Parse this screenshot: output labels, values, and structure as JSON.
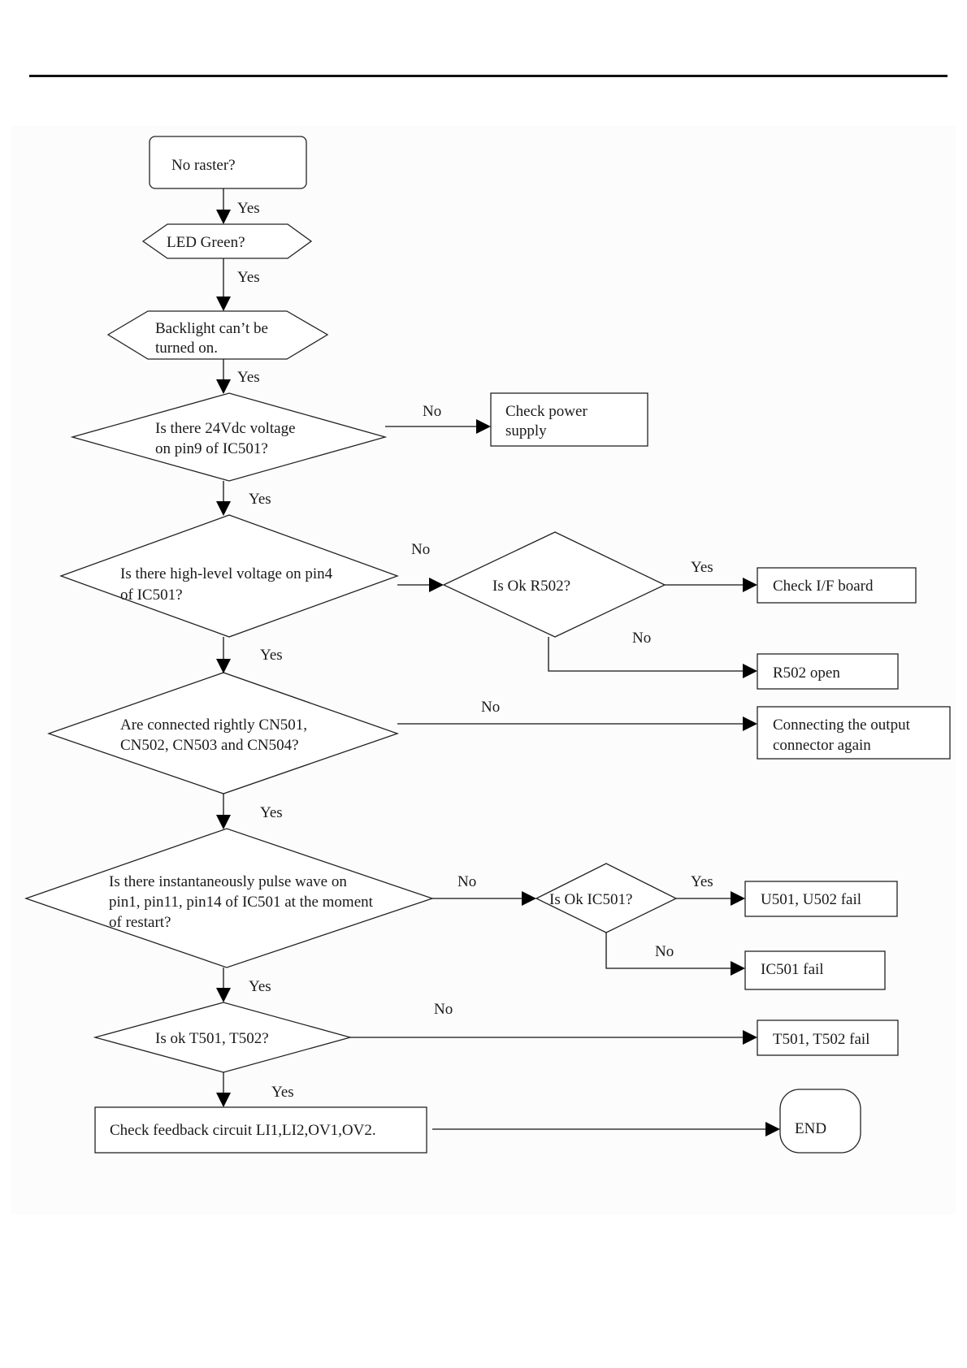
{
  "nodes": {
    "no_raster": "No raster?",
    "led_green": "LED Green?",
    "backlight": [
      "Backlight can’t be",
      "turned on."
    ],
    "v24": [
      "Is there 24Vdc voltage",
      "on pin9 of IC501?"
    ],
    "check_power": [
      "Check power",
      "supply"
    ],
    "highlevel": [
      "Is there high-level voltage on pin4",
      "of IC501?"
    ],
    "ok_r502": "Is Ok R502?",
    "check_if": "Check I/F board",
    "r502_open": "R502 open",
    "connected": [
      "Are connected rightly CN501,",
      "CN502, CN503 and CN504?"
    ],
    "connecting_output": [
      "Connecting the output",
      "connector again"
    ],
    "pulse": [
      "Is there instantaneously pulse wave on",
      "pin1, pin11, pin14 of IC501 at the moment",
      "of restart?"
    ],
    "ok_ic501": "Is Ok IC501?",
    "u501_fail": "U501, U502 fail",
    "ic501_fail": "IC501 fail",
    "ok_t501": "Is ok T501, T502?",
    "t501_fail": "T501, T502 fail",
    "feedback": "Check feedback circuit LI1,LI2,OV1,OV2.",
    "end": "END"
  },
  "edges": {
    "yes_1": "Yes",
    "yes_2": "Yes",
    "yes_3": "Yes",
    "no_v24": "No",
    "yes_4": "Yes",
    "no_high": "No",
    "yes_r502": "Yes",
    "no_r502": "No",
    "yes_5": "Yes",
    "no_conn": "No",
    "yes_6": "Yes",
    "no_pulse": "No",
    "yes_ic501": "Yes",
    "no_ic501": "No",
    "yes_7": "Yes",
    "no_t501": "No",
    "yes_8": "Yes"
  }
}
